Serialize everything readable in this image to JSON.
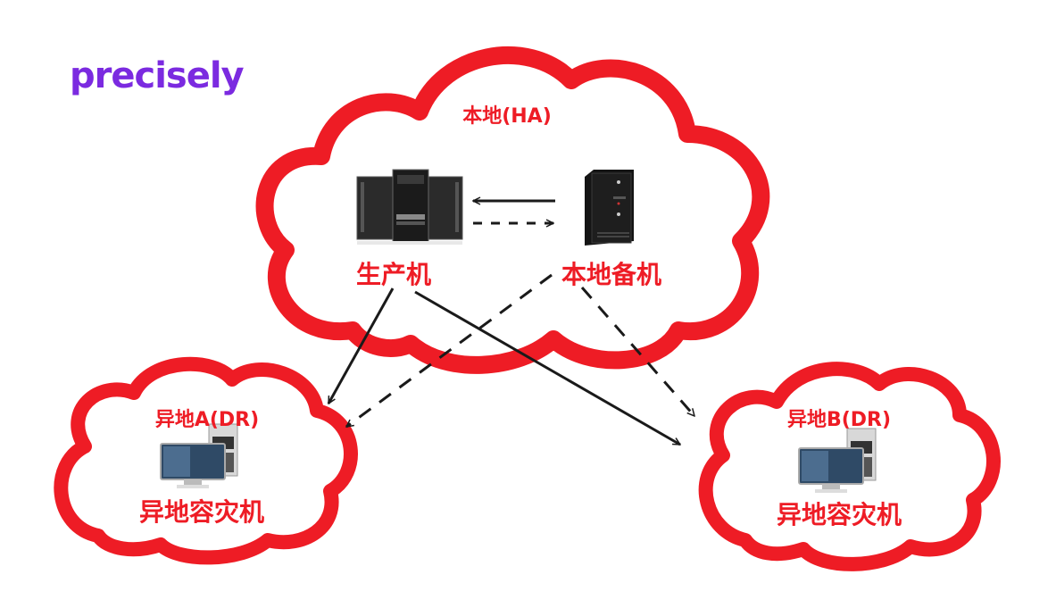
{
  "brand": {
    "logo_text": "precisely",
    "color": "#7b2ae0"
  },
  "colors": {
    "cloud": "#ee1c25",
    "text": "#ee1c25",
    "arrow": "#1a1a1a"
  },
  "regions": [
    {
      "id": "local",
      "label": "本地(HA)"
    },
    {
      "id": "remote_a",
      "label": "异地A(DR)"
    },
    {
      "id": "remote_b",
      "label": "异地B(DR)"
    }
  ],
  "nodes": [
    {
      "id": "production",
      "label": "生产机",
      "icon": "server-rack-icon",
      "region": "local"
    },
    {
      "id": "local_standby",
      "label": "本地备机",
      "icon": "tower-server-icon",
      "region": "local"
    },
    {
      "id": "dr_a",
      "label": "异地容灾机",
      "icon": "desktop-computer-icon",
      "region": "remote_a"
    },
    {
      "id": "dr_b",
      "label": "异地容灾机",
      "icon": "desktop-computer-icon",
      "region": "remote_b"
    }
  ],
  "edges": [
    {
      "from": "local_standby",
      "to": "production",
      "style": "solid"
    },
    {
      "from": "production",
      "to": "local_standby",
      "style": "dashed"
    },
    {
      "from": "production",
      "to": "dr_a",
      "style": "solid"
    },
    {
      "from": "production",
      "to": "dr_b",
      "style": "solid"
    },
    {
      "from": "local_standby",
      "to": "dr_a",
      "style": "dashed"
    },
    {
      "from": "local_standby",
      "to": "dr_b",
      "style": "dashed"
    }
  ]
}
